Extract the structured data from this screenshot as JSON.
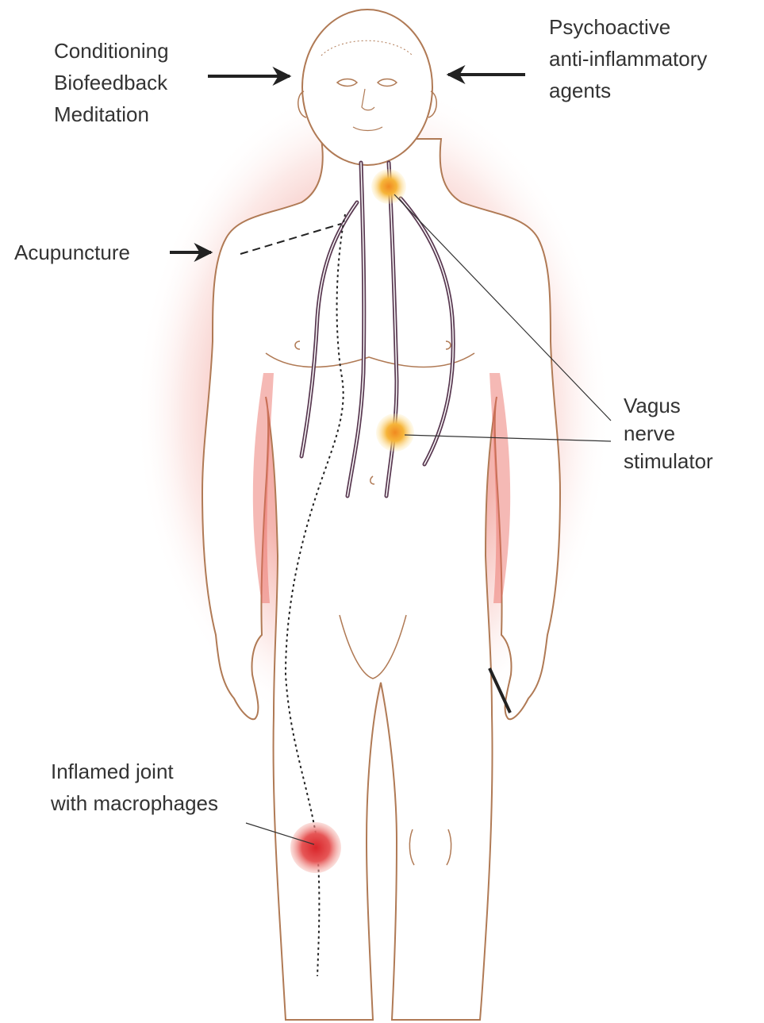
{
  "labels": {
    "top_left": [
      "Conditioning",
      "Biofeedback",
      "Meditation"
    ],
    "top_right": [
      "Psychoactive",
      "anti-inflammatory",
      "agents"
    ],
    "acupuncture": "Acupuncture",
    "vagus": [
      "Vagus",
      "nerve",
      "stimulator"
    ],
    "joint": [
      "Inflamed joint",
      "with macrophages"
    ]
  },
  "colors": {
    "outline": "#b07a55",
    "glow": "#e8645a",
    "nerve": "#5a3a52",
    "stimulator": "#f4b63a",
    "joint": "#d83a3a",
    "arrow": "#222222",
    "text": "#333333"
  }
}
